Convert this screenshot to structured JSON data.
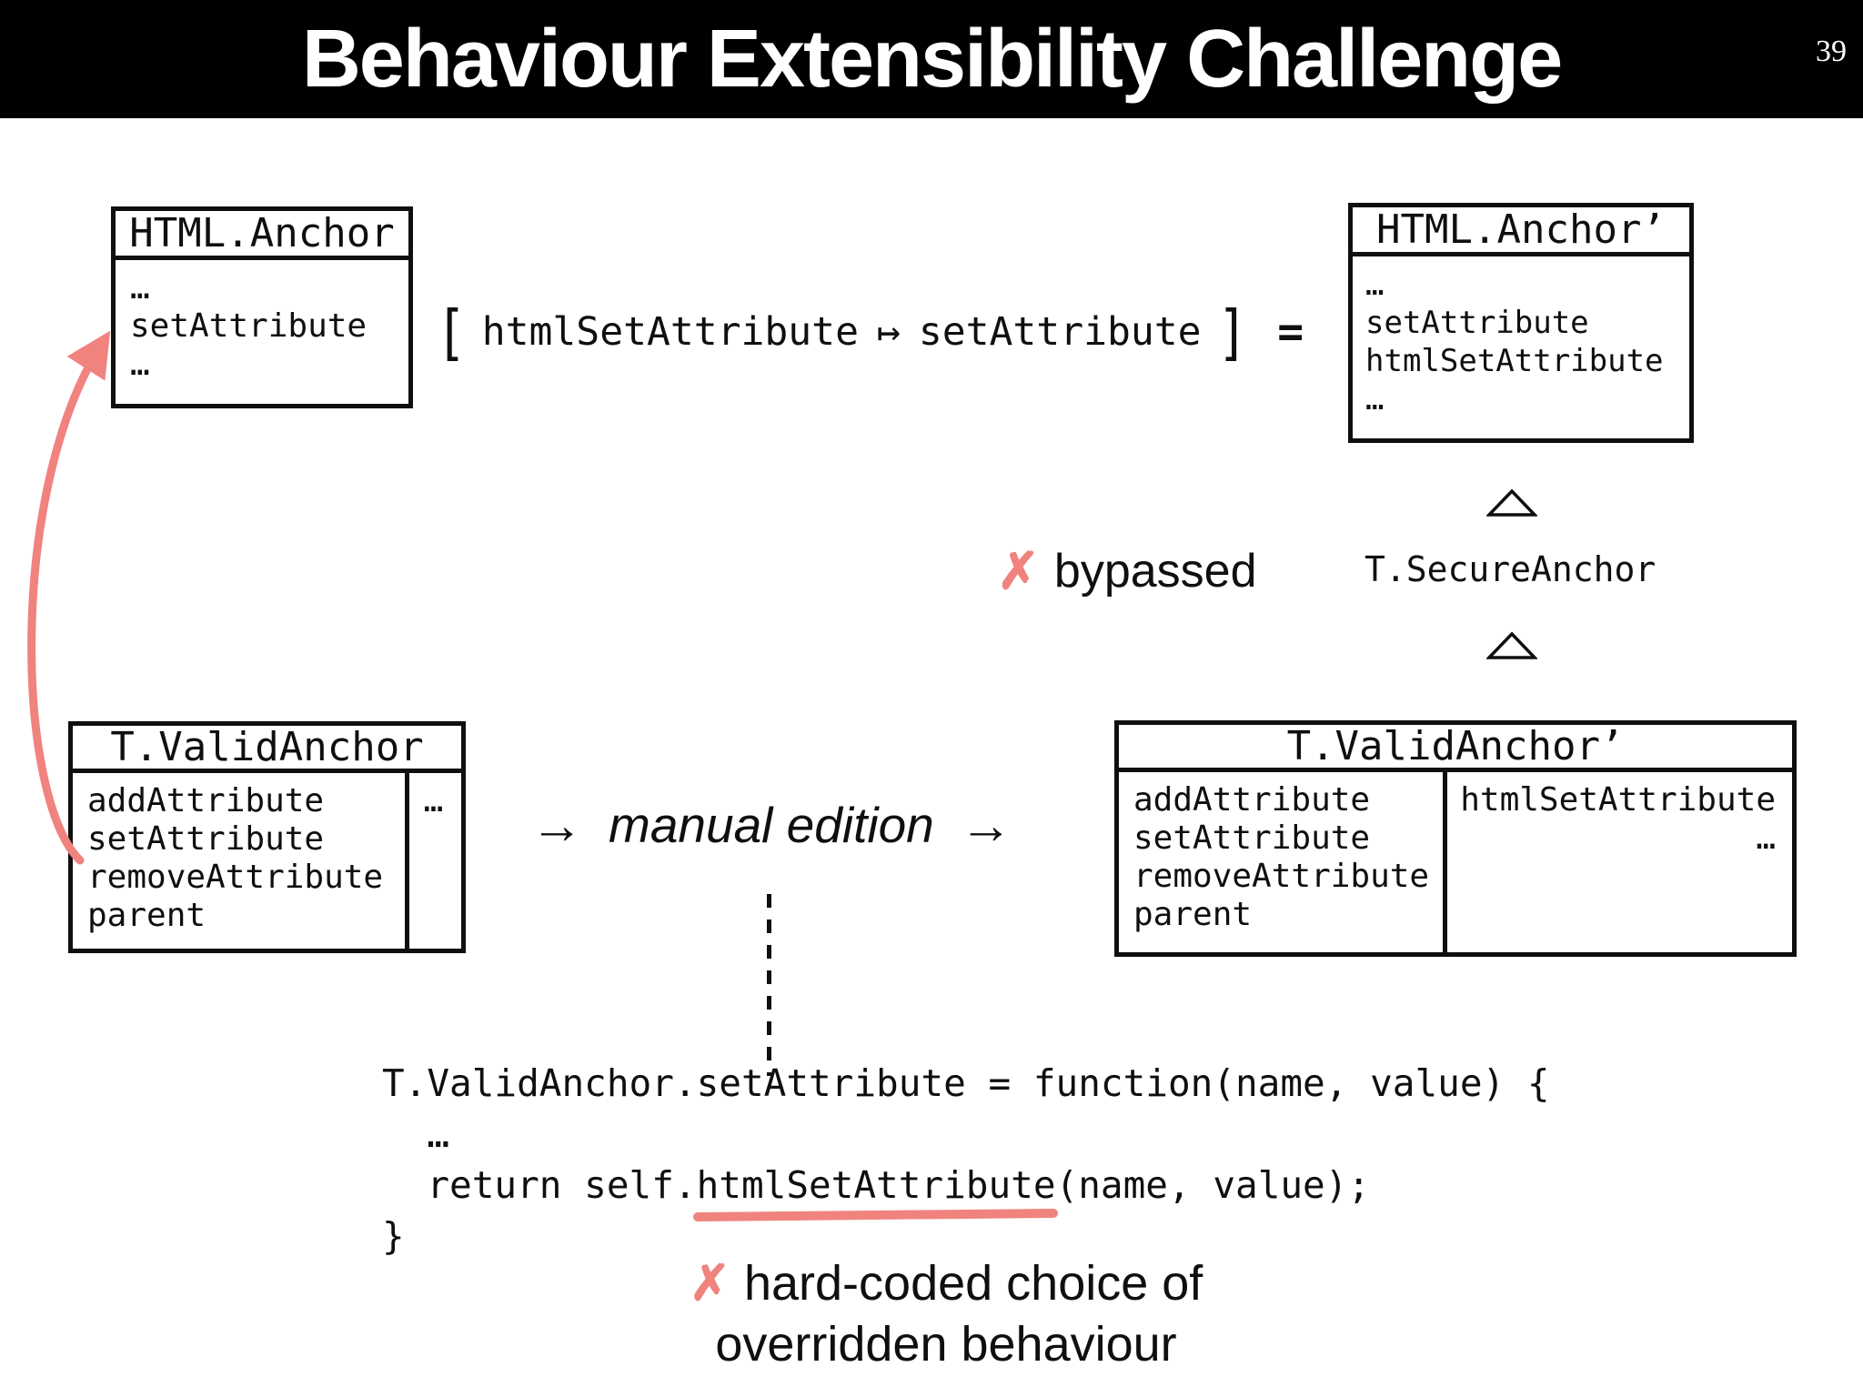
{
  "slide": {
    "title": "Behaviour Extensibility Challenge",
    "slide_number": "39"
  },
  "colors": {
    "accent": "#F0837E",
    "ink": "#0f0f0f",
    "titlebar_bg": "#000000"
  },
  "boxes": {
    "html_anchor": {
      "title": "HTML.Anchor",
      "members": [
        "…",
        "setAttribute",
        "…"
      ]
    },
    "html_anchor_prime": {
      "title": "HTML.Anchor’",
      "members": [
        "…",
        "setAttribute",
        "htmlSetAttribute",
        "…"
      ]
    },
    "t_valid_anchor": {
      "title": "T.ValidAnchor",
      "members": [
        "addAttribute",
        "setAttribute",
        "removeAttribute",
        "parent"
      ],
      "more": "…"
    },
    "t_valid_anchor_prime": {
      "title": "T.ValidAnchor’",
      "members": [
        "addAttribute",
        "setAttribute",
        "removeAttribute",
        "parent"
      ],
      "added_members": [
        "htmlSetAttribute",
        "…"
      ]
    }
  },
  "expression": {
    "open_bracket": "[",
    "lhs": "htmlSetAttribute",
    "mapsto": "↦",
    "rhs": "setAttribute",
    "close_bracket": "]",
    "equals": "="
  },
  "inheritance": {
    "bypassed_mark": "✗",
    "bypassed_label": "bypassed",
    "class_name": "T.SecureAnchor"
  },
  "transform": {
    "arrow_left": "→",
    "label": "manual edition",
    "arrow_right": "→"
  },
  "code": {
    "line1": "T.ValidAnchor.setAttribute = function(name, value) {",
    "line2": "  …",
    "line3_prefix": "  return self.",
    "line3_highlight": "htmlSetAttribute",
    "line3_suffix": "(name, value);",
    "line4": "}"
  },
  "annotation": {
    "mark": "✗",
    "line1": "hard-coded choice of",
    "line2": "overridden behaviour"
  }
}
